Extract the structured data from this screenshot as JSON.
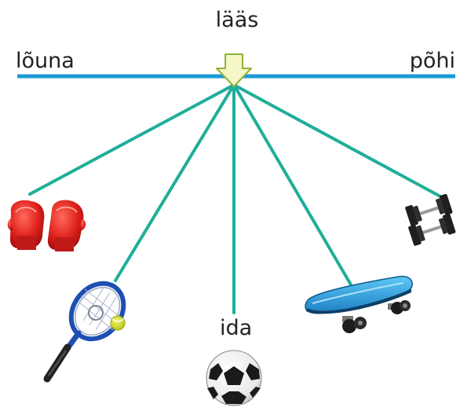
{
  "labels": {
    "top": "lääs",
    "left": "lõuna",
    "right": "põhi",
    "bottom": "ida"
  },
  "colors": {
    "axis_line": "#1a9ad6",
    "connector_lines": "#1fae9a",
    "arrow_fill": "#f6f7c6",
    "arrow_stroke": "#8fb338"
  },
  "objects": [
    {
      "name": "boxing-gloves-icon"
    },
    {
      "name": "tennis-racket-icon"
    },
    {
      "name": "soccer-ball-icon"
    },
    {
      "name": "skateboard-icon"
    },
    {
      "name": "dumbbells-icon"
    }
  ]
}
